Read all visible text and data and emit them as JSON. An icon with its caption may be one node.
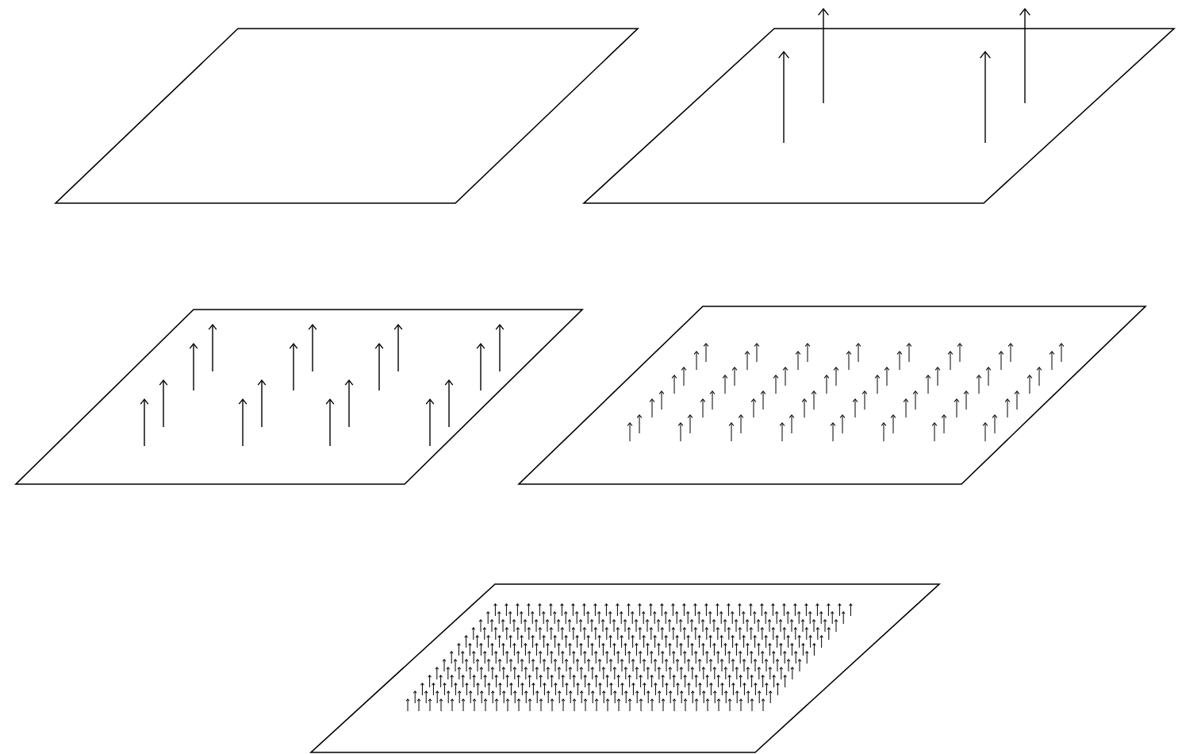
{
  "diagram": {
    "nodes": [
      {
        "text": [],
        "shape": "parallelogram"
      },
      {
        "text": [],
        "shape": "parallelogram"
      },
      {
        "text": [],
        "shape": "parallelogram"
      },
      {
        "text": [],
        "shape": "parallelogram"
      },
      {
        "text": [],
        "shape": "parallelogram"
      }
    ]
  }
}
